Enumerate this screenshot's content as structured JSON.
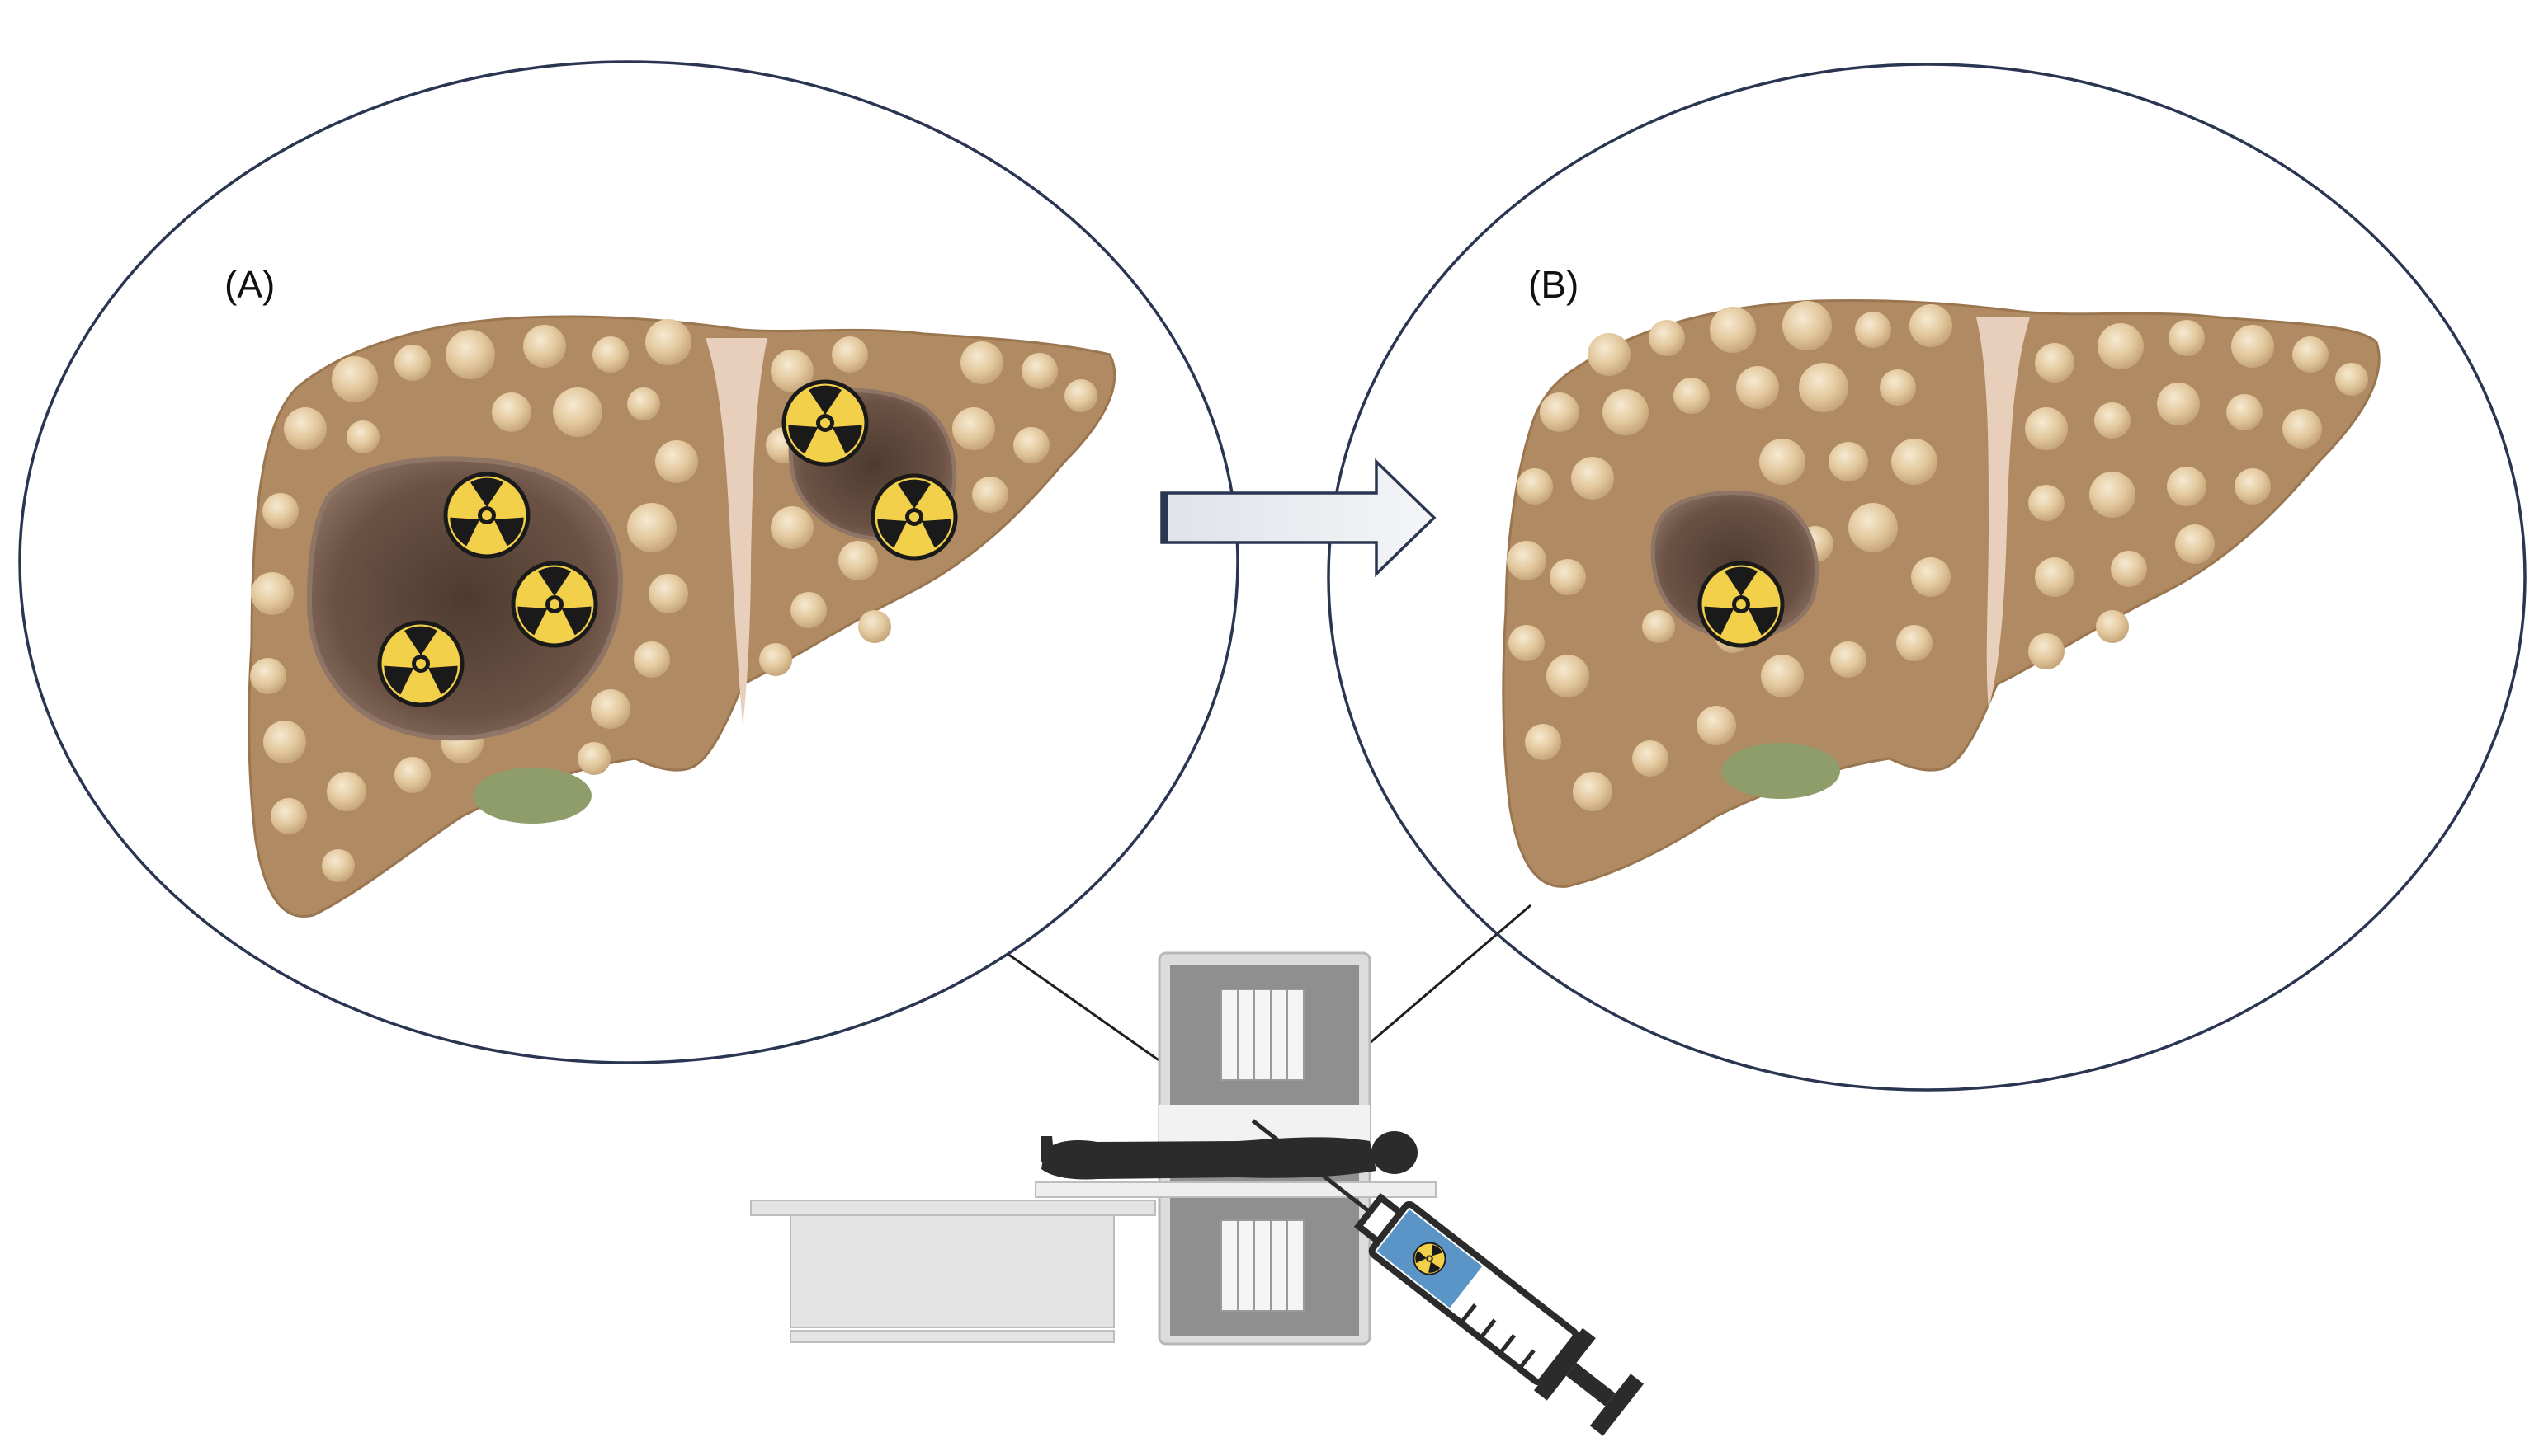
{
  "panels": [
    {
      "label": "(A)",
      "tumor_sites": 5
    },
    {
      "label": "(B)",
      "tumor_sites": 1
    }
  ],
  "colors": {
    "liver": "#b08a62",
    "liver_dark": "#9a7650",
    "nodule": "#e6cda3",
    "tumor": "#6a5144",
    "radiation_yellow": "#f2d04a",
    "outline": "#2a3552",
    "arrow_fill": "#e9ecf0",
    "gallbladder": "#8f9d6a"
  },
  "icons": [
    "radiation-icon",
    "syringe-icon",
    "patient-icon",
    "scanner-icon",
    "arrow-right-icon"
  ]
}
